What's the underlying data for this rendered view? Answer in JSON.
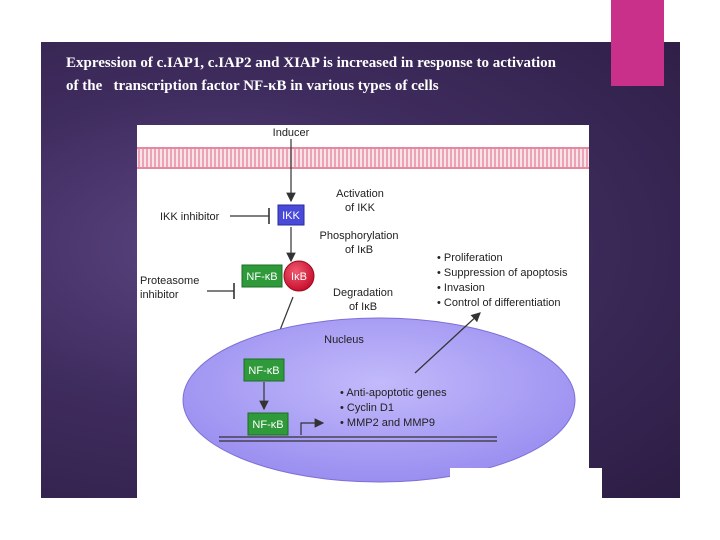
{
  "slide": {
    "title_line1": "Expression of c.IAP1, c.IAP2 and XIAP is increased in response to activation",
    "title_line2": "of the   transcription factor NF-κB in various types of cells"
  },
  "diagram": {
    "inducer": "Inducer",
    "activation_line1": "Activation",
    "activation_line2": "of IKK",
    "ikk_inhibitor": "IKK inhibitor",
    "ikk": "IKK",
    "phosphorylation_line1": "Phosphorylation",
    "phosphorylation_line2": "of IκB",
    "proteasome_line1": "Proteasome",
    "proteasome_line2": "inhibitor",
    "nfkb": "NF-κB",
    "ikb": "IκB",
    "degradation_line1": "Degradation",
    "degradation_line2": "of IκB",
    "nucleus": "Nucleus",
    "effects": [
      "Proliferation",
      "Suppression of apoptosis",
      "Invasion",
      "Control of differentiation"
    ],
    "genes": [
      "Anti-apoptotic genes",
      "Cyclin D1",
      "MMP2 and MMP9"
    ],
    "bullet": "•",
    "colors": {
      "membrane": "#f2a9bb",
      "ikk_box": "#4a4ad8",
      "nfkb_box": "#2f9a3a",
      "ikb_circle": "#d8203c",
      "nucleus": "#a79cf4",
      "slide_background": "#3f2c5e",
      "accent": "#c8308a"
    }
  }
}
